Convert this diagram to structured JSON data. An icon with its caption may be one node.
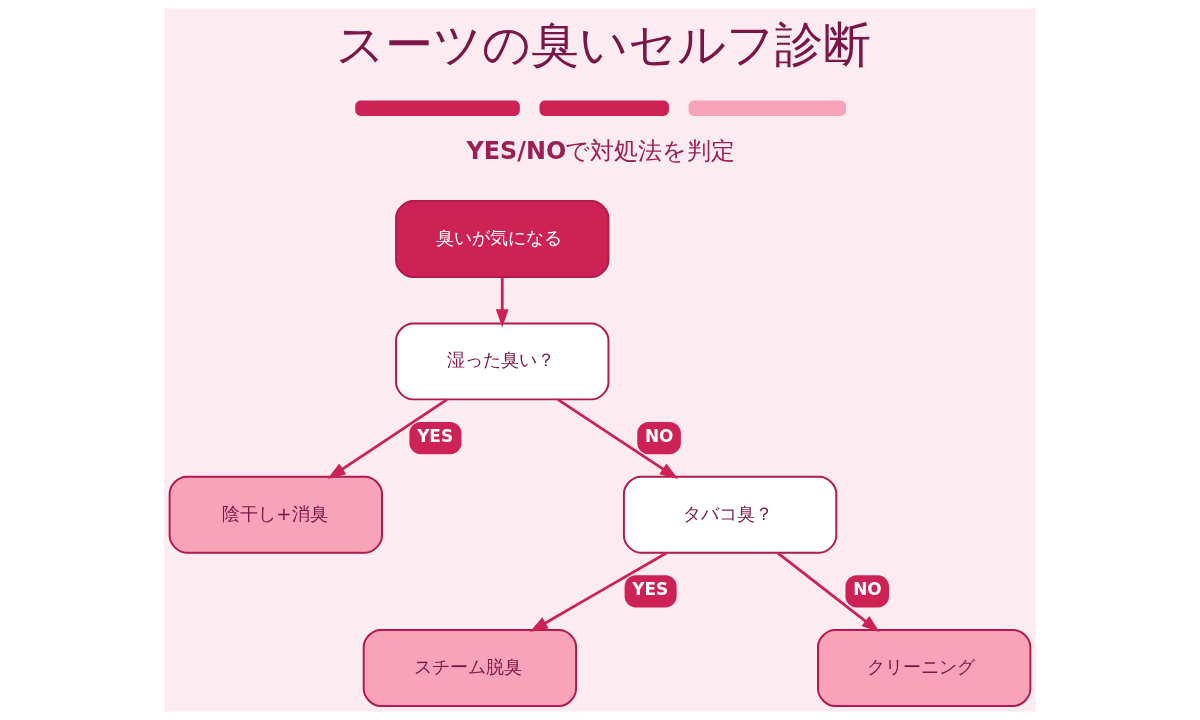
{
  "diagram": {
    "title": "スーツの臭いセルフ診断",
    "caption": "**YES/NO**で対処法を判定",
    "nodes": [
      {
        "text": [
          "臭いが気になる"
        ]
      },
      {
        "text": [
          "湿った臭い？"
        ]
      },
      {
        "text": [
          "陰干し+消臭"
        ]
      },
      {
        "text": [
          "タバコ臭？"
        ]
      },
      {
        "text": [
          "スチーム脱臭"
        ]
      },
      {
        "text": [
          "クリーニング"
        ]
      }
    ],
    "edges": [
      {
        "from": 0,
        "to": 1,
        "arrow": "to"
      },
      {
        "from": 1,
        "to": 2,
        "arrow": "to",
        "label": "YES"
      },
      {
        "from": 1,
        "to": 3,
        "arrow": "to",
        "label": "NO"
      },
      {
        "from": 3,
        "to": 4,
        "arrow": "to",
        "label": "YES"
      },
      {
        "from": 3,
        "to": 5,
        "arrow": "to",
        "label": "NO"
      }
    ]
  }
}
